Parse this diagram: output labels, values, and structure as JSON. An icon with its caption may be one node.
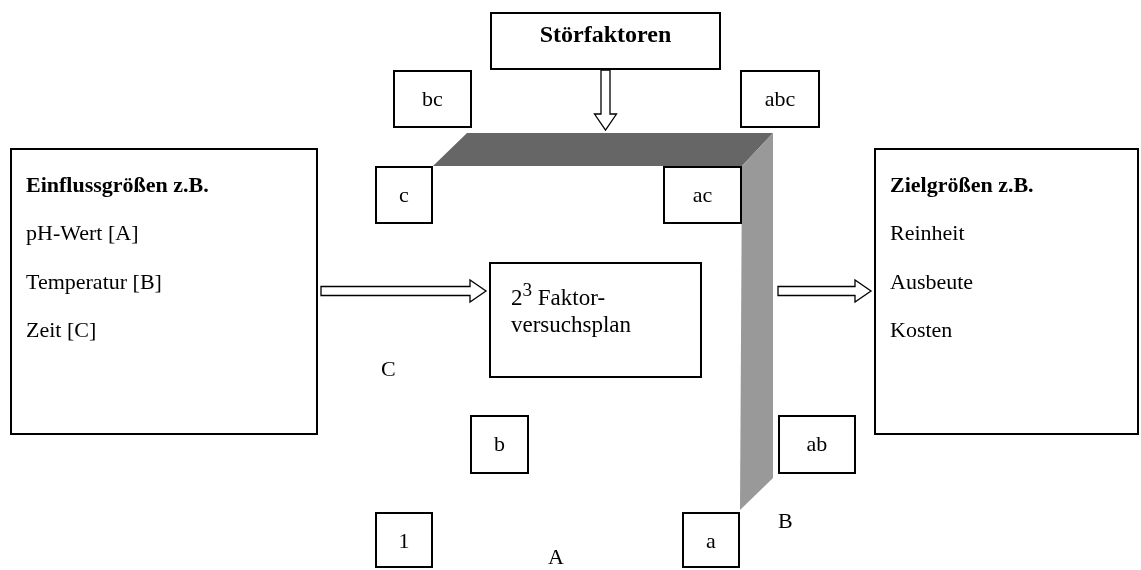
{
  "diagram": {
    "nodes": [
      {
        "text": [
          "Störfaktoren"
        ]
      },
      {
        "text": [
          "bc"
        ]
      },
      {
        "text": [
          "abc"
        ]
      },
      {
        "text": [
          "Einflussgrößen z.B.",
          "pH-Wert [A]",
          "Temperatur [B]",
          "Zeit [C]"
        ]
      },
      {
        "text": [
          "c"
        ]
      },
      {
        "text": [
          "ac"
        ]
      },
      {
        "text": [
          "Zielgrößen z.B.",
          "Reinheit",
          "Ausbeute",
          "Kosten"
        ]
      },
      {
        "text": [
          "2$^{3}$ Faktor- versuchsplan"
        ]
      },
      {
        "text": [
          "b"
        ]
      },
      {
        "text": [
          "ab"
        ]
      },
      {
        "text": [
          "1"
        ]
      },
      {
        "text": [
          "a"
        ]
      }
    ],
    "edges": [
      {
        "from": 0,
        "to": null,
        "arrow": "to"
      },
      {
        "from": 3,
        "to": 7,
        "arrow": "to"
      },
      {
        "from": 7,
        "to": 6,
        "arrow": "to"
      }
    ],
    "labels": [
      "C",
      "B",
      "A"
    ]
  }
}
